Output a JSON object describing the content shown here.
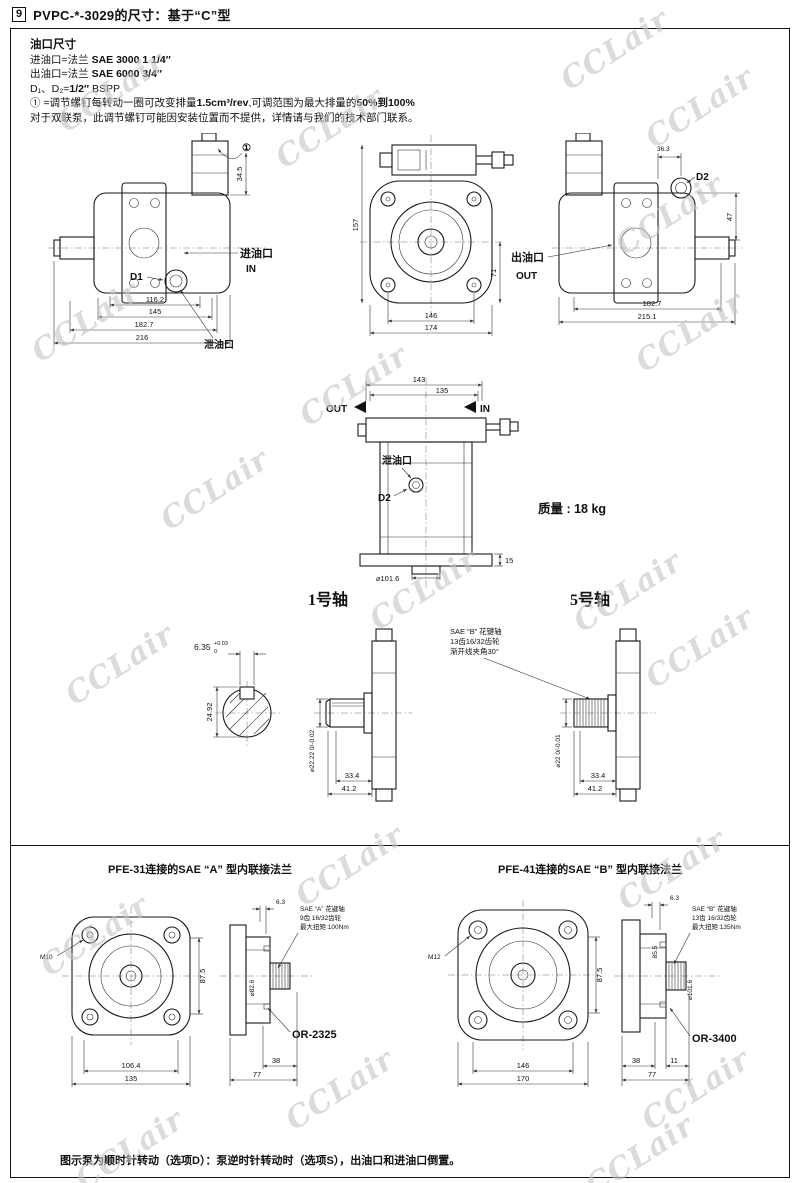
{
  "watermark": {
    "text": "CCLair"
  },
  "header": {
    "index": "9",
    "title": "PVPC-*-3029的尺寸：基于“C”型"
  },
  "notes": {
    "heading": "油口尺寸",
    "l1p": "进油口=法兰 ",
    "l1b": "SAE 3000 1 1/4″",
    "l2p": "出油口=法兰 ",
    "l2b": "SAE 6000 3/4″",
    "l3p": "D₁、D₂=",
    "l3b": "1/2″",
    "l3s": "  BSPP",
    "l4p": "① =调节螺钉每转动一圈可改变排量",
    "l4b1": "1.5cm³/rev",
    "l4m": ",可调范围为最大排量的",
    "l4b2": "50%到100%",
    "l5": "对于双联泵，此调节螺钉可能因安装位置而不提供，详情请与我们的技术部门联系。"
  },
  "side_left": {
    "inlet_label": "进油口",
    "inlet_dir": "IN",
    "d1": "D1",
    "drain": "泄油口",
    "callout": "①",
    "dim_v": "34.5",
    "dims": [
      "116.2",
      "145",
      "182.7",
      "216"
    ]
  },
  "front": {
    "dim_157": "157",
    "dim_71": "71",
    "dims": [
      "146",
      "174"
    ]
  },
  "side_right": {
    "outlet_label": "出油口",
    "outlet_dir": "OUT",
    "d2": "D2",
    "dim_363": "36.3",
    "dim_47": "47",
    "dims": [
      "182.7",
      "215.1"
    ]
  },
  "top_view": {
    "out": "OUT",
    "in": "IN",
    "drain": "泄油口",
    "d2": "D2",
    "dims_top": [
      "143",
      "135"
    ],
    "dim_pilot": "⌀101.6",
    "dim_15": "15",
    "mass": "质量 : 18 kg"
  },
  "shafts": {
    "s1": {
      "title": "1号轴",
      "key_dim": "6.35",
      "key_tol_hi": "+0.03",
      "key_tol_lo": "0",
      "dim_2492": "24.92",
      "dia": "⌀22.22 0/-0.02",
      "dims": [
        "33.4",
        "41.2"
      ]
    },
    "s5": {
      "title": "5号轴",
      "note1": "SAE “B” 花键轴",
      "note2": "13齿16/32齿轮",
      "note3": "渐开线夹角30°",
      "dia": "⌀22 0/-0.01",
      "dims": [
        "33.4",
        "41.2"
      ]
    }
  },
  "flanges": {
    "left": {
      "title": "PFE-31连接的SAE “A” 型内联接法兰",
      "bolt": "M10",
      "dim_top": "6.3",
      "note1": "SAE “A” 花键轴",
      "note2": "9齿 16/32齿轮",
      "note3": "最大扭矩:100Nm",
      "oring": "OR-2325",
      "pilot": "⌀82.6",
      "dim_h": "87.5",
      "dims_front": [
        "106.4",
        "135"
      ],
      "dims_side": [
        "38",
        "77"
      ]
    },
    "right": {
      "title": "PFE-41连接的SAE “B” 型内联接法兰",
      "bolt": "M12",
      "dim_top": "6.3",
      "note1": "SAE “B” 花键轴",
      "note2": "13齿 16/32齿轮",
      "note3": "最大扭矩:135Nm",
      "oring": "OR-3400",
      "pilot": "⌀101.6",
      "dim_h": "87.5",
      "dim_h2": "85.5",
      "dims_front": [
        "146",
        "170"
      ],
      "dims_side": [
        "38",
        "11",
        "77"
      ]
    }
  },
  "footer": {
    "note": "图示泵为顺时针转动（选项D）：泵逆时针转动时（选项S），出油口和进油口倒置。"
  }
}
